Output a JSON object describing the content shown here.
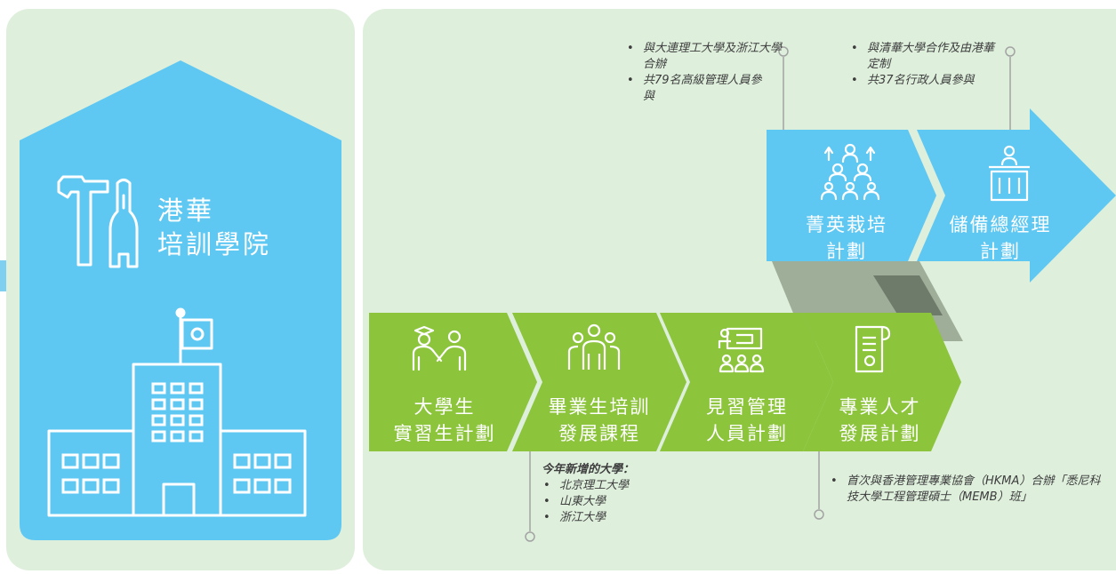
{
  "academy": {
    "name_line1": "港華",
    "name_line2": "培訓學院"
  },
  "steps": [
    {
      "line1": "大學生",
      "line2": "實習生計劃",
      "icon": "graduate-handshake-icon"
    },
    {
      "line1": "畢業生培訓",
      "line2": "發展課程",
      "icon": "graduate-group-icon"
    },
    {
      "line1": "見習管理",
      "line2": "人員計劃",
      "icon": "presentation-board-icon"
    },
    {
      "line1": "專業人才",
      "line2": "發展計劃",
      "icon": "certificate-icon"
    }
  ],
  "upper_steps": [
    {
      "line1": "菁英栽培",
      "line2": "計劃",
      "icon": "team-growth-icon"
    },
    {
      "line1": "儲備總經理",
      "line2": "計劃",
      "icon": "speaker-podium-icon"
    }
  ],
  "notes": {
    "elite": [
      "與大連理工大學及浙江大學合辦",
      "共79名高級管理人員參與"
    ],
    "gm": [
      "與清華大學合作及由港華定制",
      "共37名行政人員參與"
    ],
    "graduate_heading": "今年新增的大學：",
    "graduate": [
      "北京理工大學",
      "山東大學",
      "浙江大學"
    ],
    "professional": [
      "首次與香港管理專業協會（HKMA）合辦「悉尼科技大學工程管理碩士（MEMB）班」"
    ]
  },
  "colors": {
    "green": "#8cc43c",
    "blue": "#5fc8f2",
    "panel": "#deefdc",
    "text": "#3d3d3d"
  }
}
